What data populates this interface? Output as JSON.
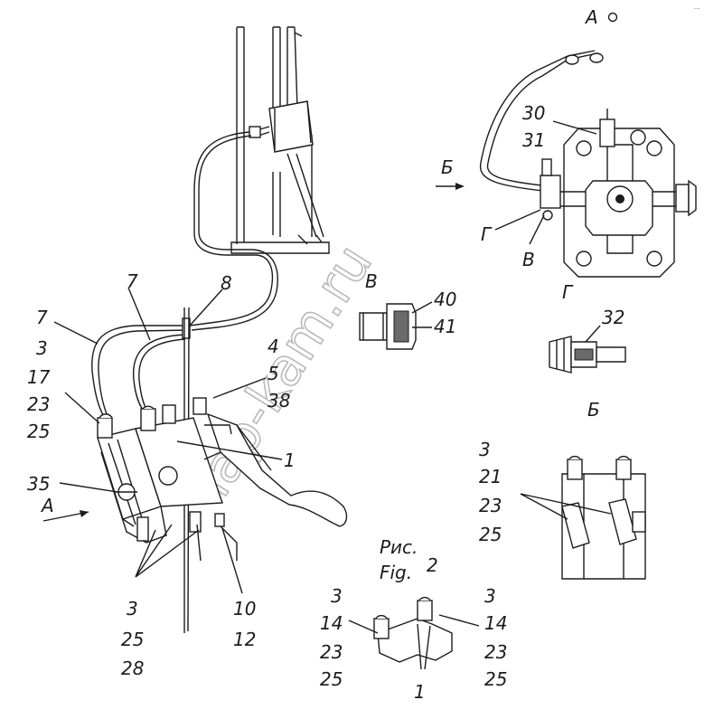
{
  "view_labels": {
    "a_top": "А",
    "b_arrow": "Б",
    "g_arrow": "Г",
    "v_arrow": "В",
    "v_detail": "В",
    "g_detail": "Г",
    "b_detail": "Б",
    "a_arrow": "А"
  },
  "callouts": {
    "c30": "30",
    "c31": "31",
    "c40": "40",
    "c41": "41",
    "c32": "32",
    "c7a": "7",
    "c8": "8",
    "c7b": "7",
    "c3a": "3",
    "c17": "17",
    "c23a": "23",
    "c25a": "25",
    "c4": "4",
    "c5": "5",
    "c38": "38",
    "c1a": "1",
    "c35": "35",
    "c3b": "3",
    "c25b": "25",
    "c28": "28",
    "c10": "10",
    "c12": "12",
    "c3c": "3",
    "c21": "21",
    "c23b": "23",
    "c25c": "25",
    "c3d": "3",
    "c14a": "14",
    "c23c": "23",
    "c25d": "25",
    "c3e": "3",
    "c14b": "14",
    "c23d": "23",
    "c25e": "25",
    "c1b": "1"
  },
  "figure_caption": {
    "ru": "Рис.",
    "en": "Fig.",
    "number": "2"
  },
  "watermark": "lap-kam.ru",
  "corner_mark": "..."
}
